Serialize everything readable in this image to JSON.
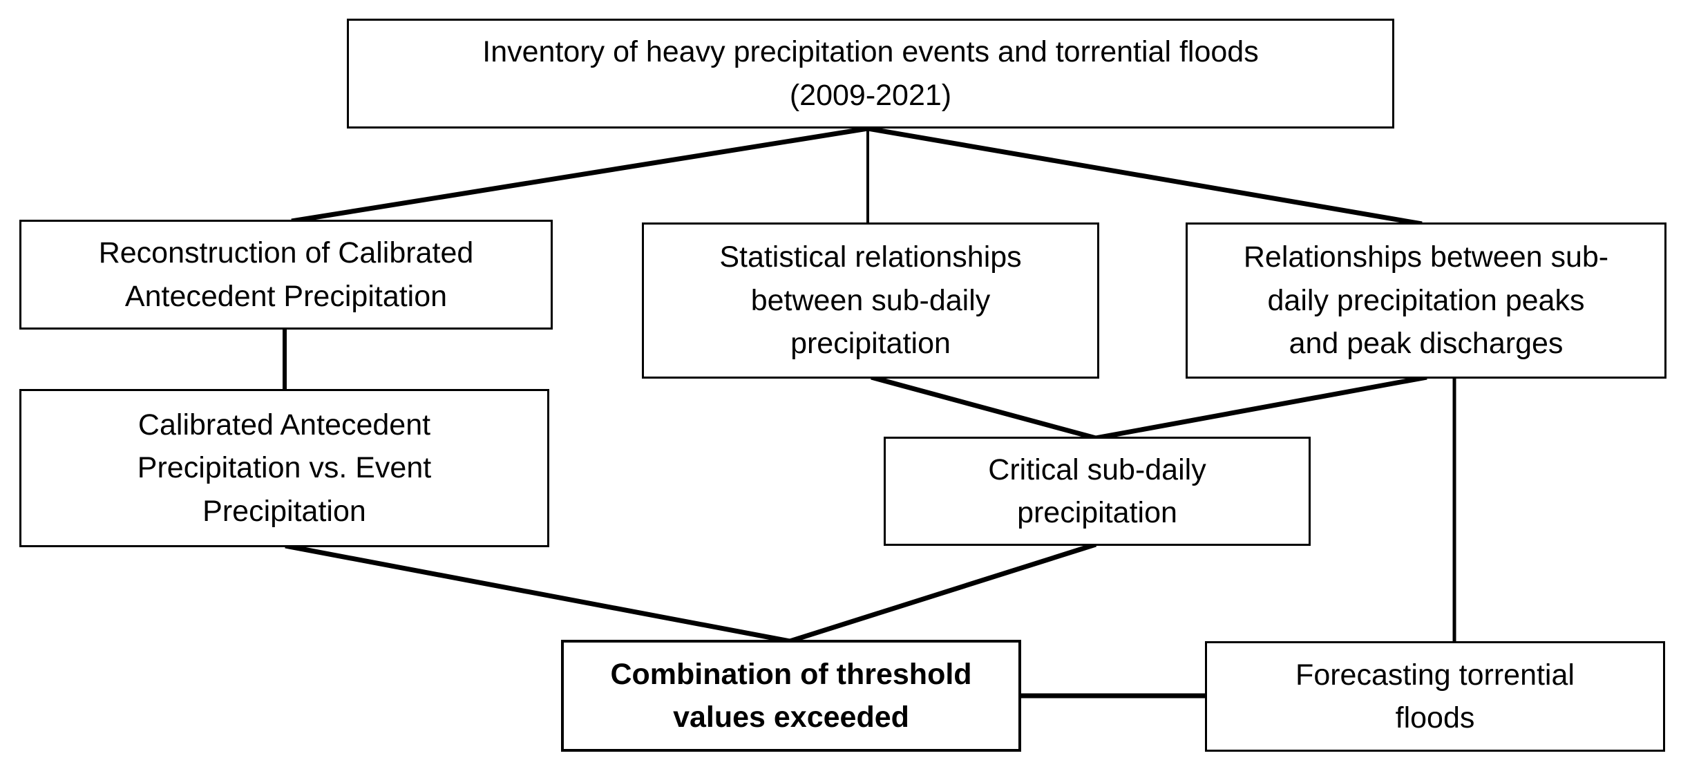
{
  "diagram": {
    "title": "Torrential flood forecasting methodology flowchart",
    "background_color": "#ffffff",
    "line_color": "#000000",
    "text_color": "#000000",
    "nodes": {
      "inventory": {
        "label": "Inventory of heavy precipitation events and torrential floods\n(2009-2021)"
      },
      "reconstruction": {
        "label": "Reconstruction of Calibrated\nAntecedent Precipitation"
      },
      "statistical": {
        "label": "Statistical relationships\nbetween sub-daily\nprecipitation"
      },
      "relationships": {
        "label": "Relationships between sub-\ndaily precipitation peaks\nand peak discharges"
      },
      "calibrated": {
        "label": "Calibrated Antecedent\nPrecipitation vs. Event\nPrecipitation"
      },
      "critical": {
        "label": "Critical sub-daily\nprecipitation"
      },
      "combination": {
        "label": "Combination of threshold\nvalues exceeded",
        "emphasis": "bold"
      },
      "forecasting": {
        "label": "Forecasting torrential\nfloods"
      }
    },
    "edges": [
      {
        "from": "inventory",
        "to": "reconstruction"
      },
      {
        "from": "inventory",
        "to": "statistical"
      },
      {
        "from": "inventory",
        "to": "relationships"
      },
      {
        "from": "reconstruction",
        "to": "calibrated"
      },
      {
        "from": "statistical",
        "to": "critical"
      },
      {
        "from": "relationships",
        "to": "critical"
      },
      {
        "from": "relationships",
        "to": "forecasting"
      },
      {
        "from": "calibrated",
        "to": "combination"
      },
      {
        "from": "critical",
        "to": "combination"
      },
      {
        "from": "combination",
        "to": "forecasting"
      }
    ]
  }
}
